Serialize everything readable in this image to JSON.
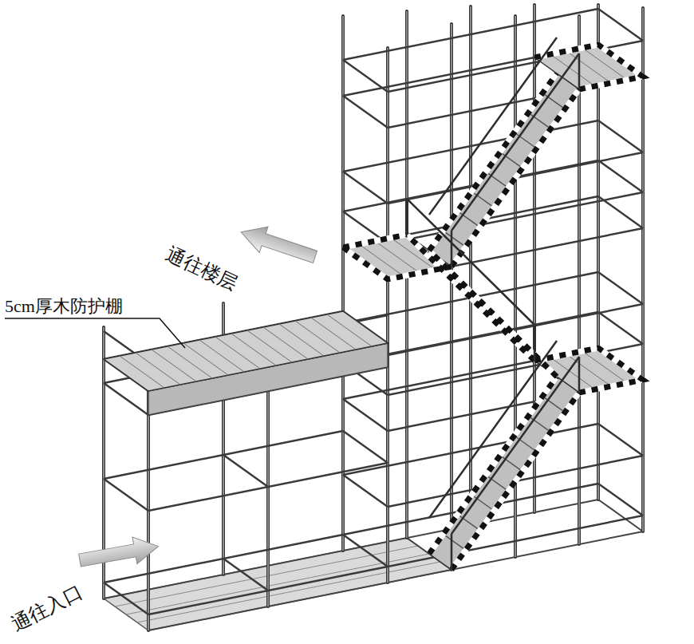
{
  "diagram": {
    "labels": [
      "通往楼层",
      "5cm厚木防护棚",
      "通往入口"
    ]
  }
}
